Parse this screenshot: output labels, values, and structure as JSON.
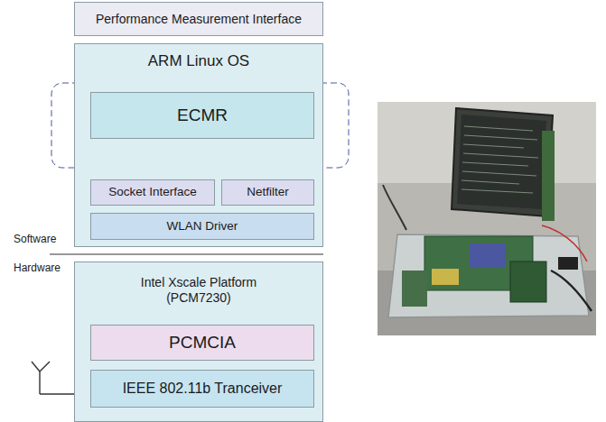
{
  "diagram": {
    "nodes": [
      {
        "text": [
          "Performance Measurement Interface"
        ]
      },
      {
        "text": [
          "ARM Linux OS"
        ]
      },
      {
        "text": [
          "ECMR"
        ],
        "in": 1
      },
      {
        "text": [
          "Socket Interface"
        ],
        "in": 1
      },
      {
        "text": [
          "Netfilter"
        ],
        "in": 1
      },
      {
        "text": [
          "WLAN Driver"
        ],
        "in": 1
      },
      {
        "text": [
          "Intel Xscale Platform (PCM7230)"
        ]
      },
      {
        "text": [
          "PCMCIA"
        ],
        "in": 6
      },
      {
        "text": [
          "IEEE 802.11b Tranceiver"
        ],
        "in": 6
      }
    ],
    "labels": [
      "Software",
      "Hardware"
    ]
  }
}
